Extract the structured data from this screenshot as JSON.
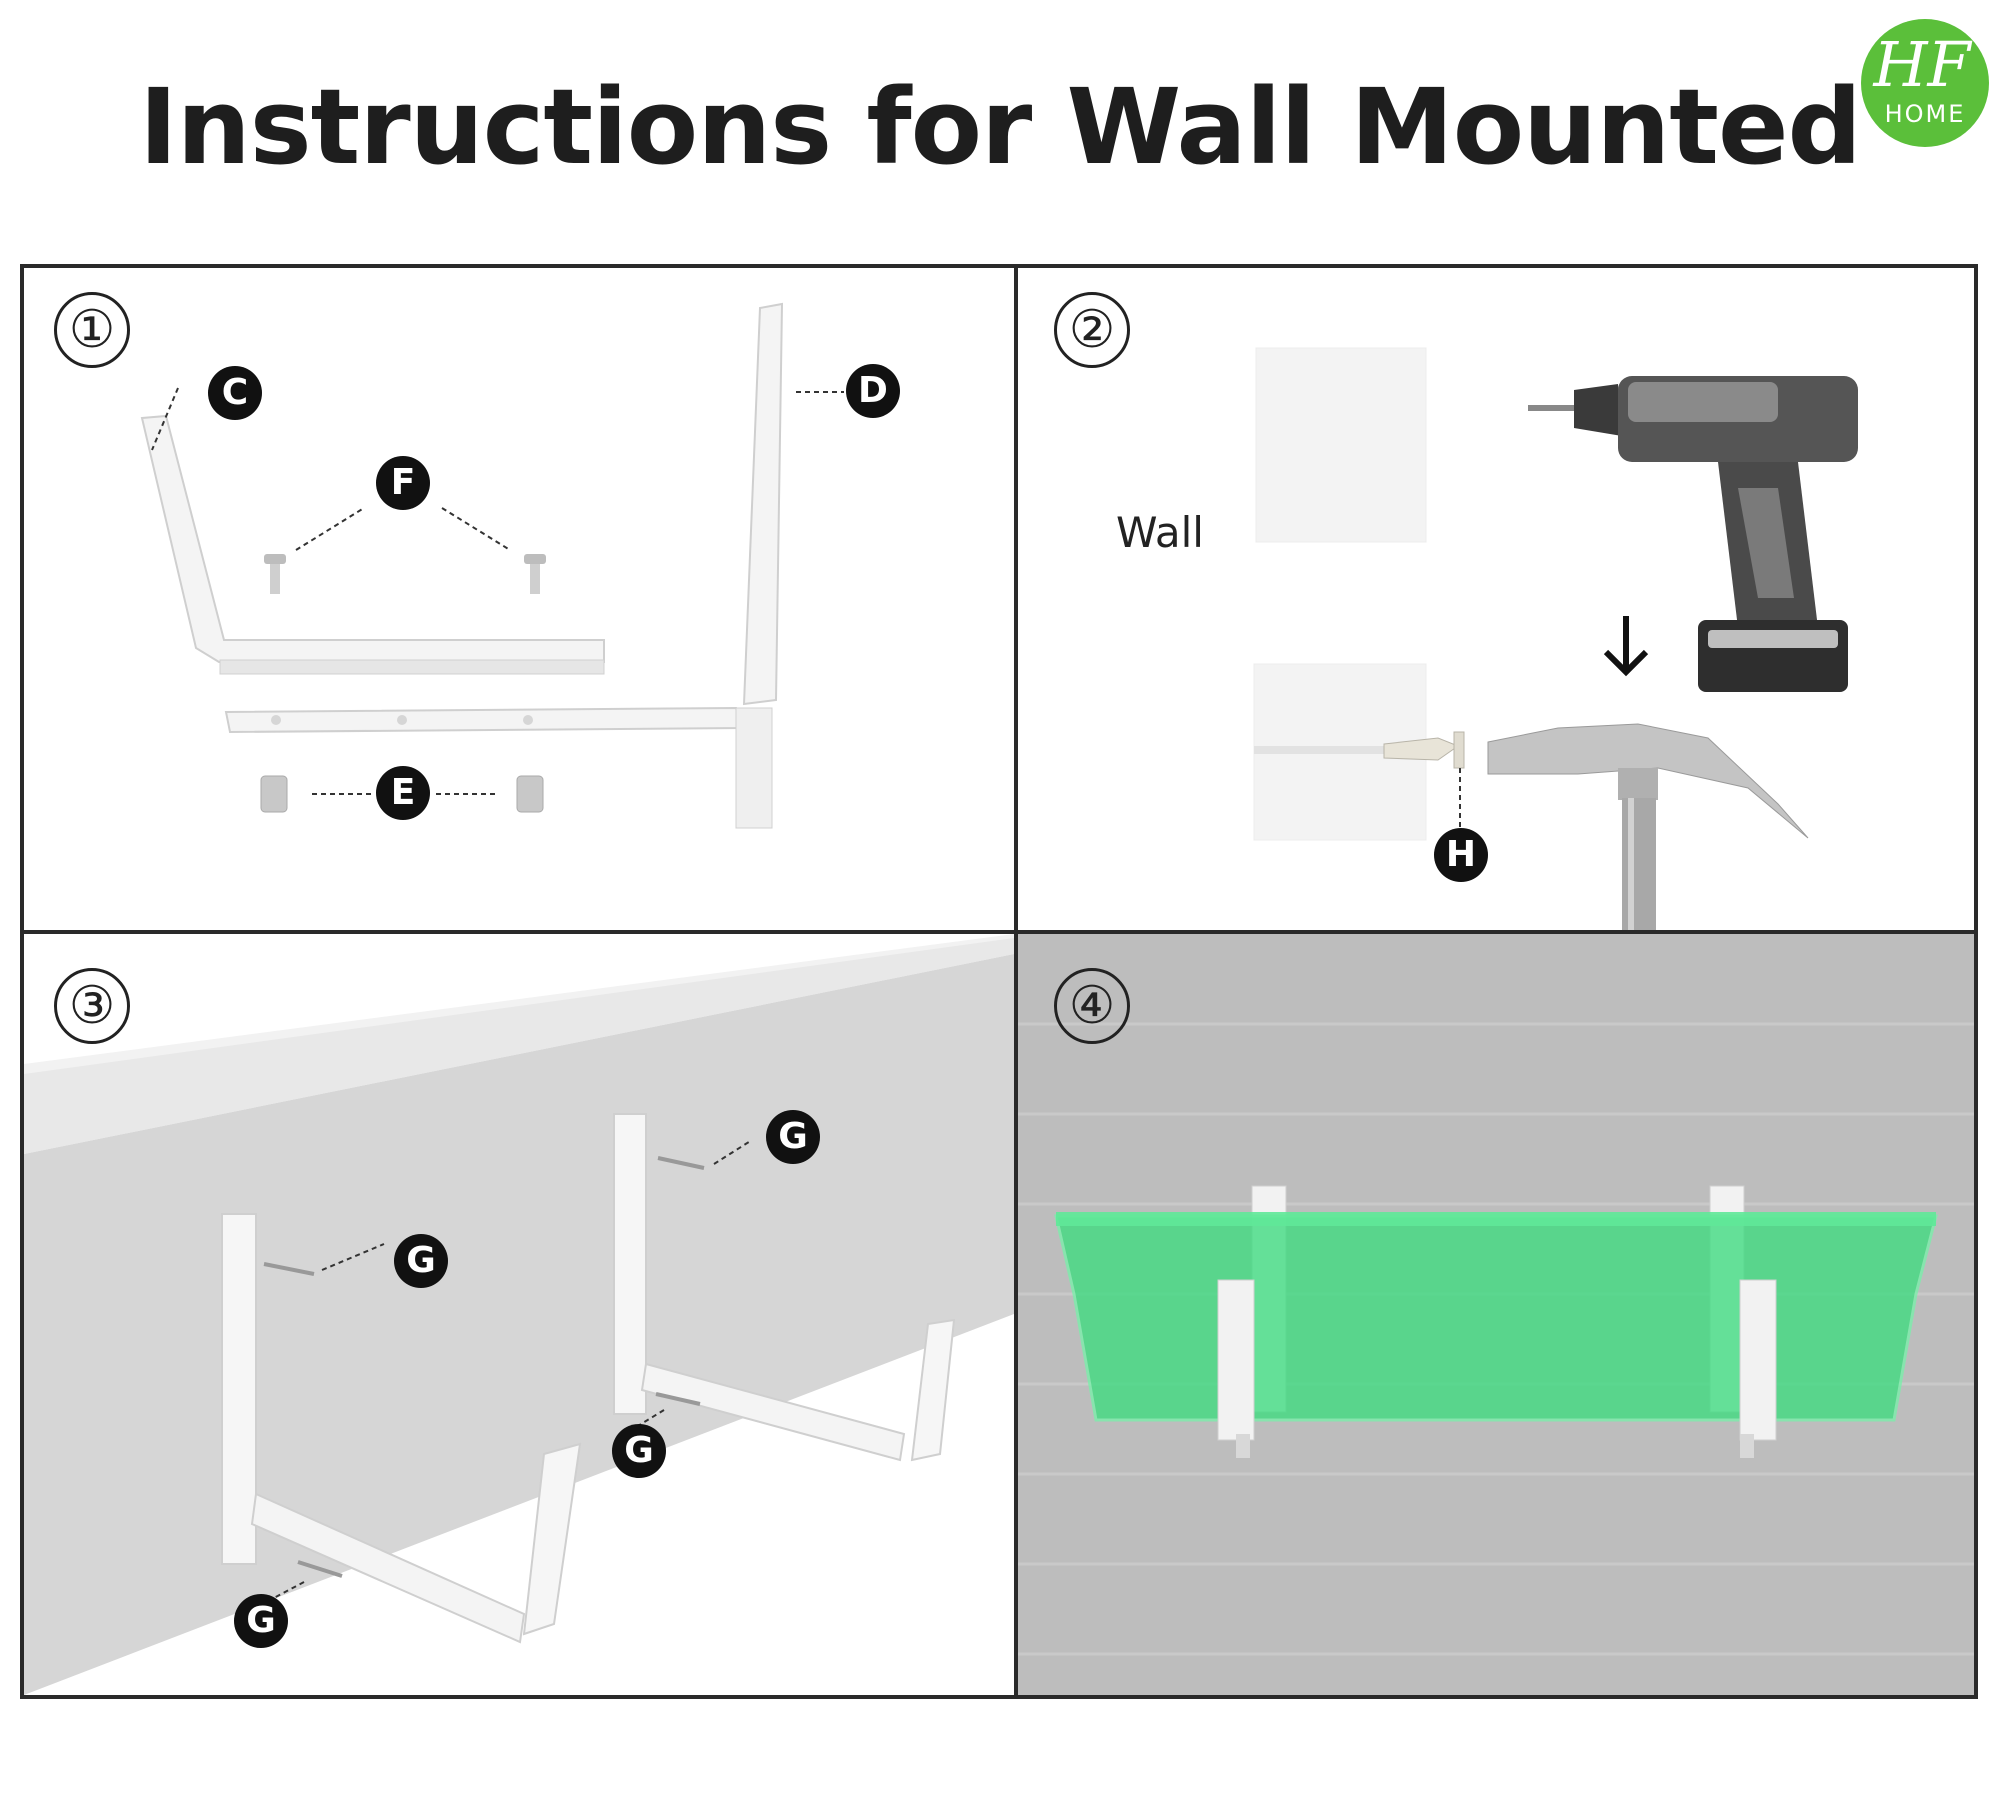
{
  "header": {
    "title": "Instructions for Wall Mounted"
  },
  "logo": {
    "mark": "HF",
    "subtext": "HOME",
    "color": "#5bbf3a"
  },
  "steps": [
    {
      "number": "①",
      "labels": {
        "c": "C",
        "d": "D",
        "f": "F",
        "e": "E"
      }
    },
    {
      "number": "②",
      "wall_label": "Wall",
      "labels": {
        "h": "H"
      }
    },
    {
      "number": "③",
      "labels": {
        "g1": "G",
        "g2": "G",
        "g3": "G",
        "g4": "G"
      }
    },
    {
      "number": "④"
    }
  ],
  "colors": {
    "tag_bg": "#111111",
    "planter": "#3ddc7f",
    "wall_grey": "#b9b9b9"
  }
}
